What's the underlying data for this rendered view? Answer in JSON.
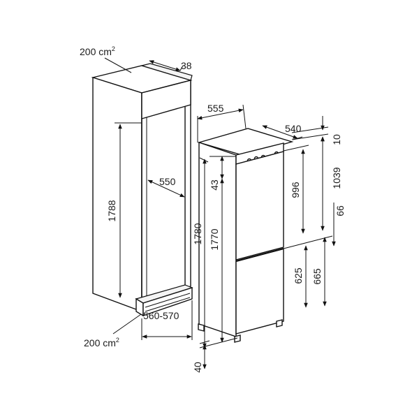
{
  "labels": {
    "vent_area_top": "200 cm",
    "vent_area_bottom": "200 cm",
    "area_unit_sup": "2",
    "niche_depth_vent": "38",
    "niche_height": "1788",
    "niche_depth": "550",
    "niche_width": "560-570",
    "appliance_width": "555",
    "appliance_depth": "540",
    "top_gap": "10",
    "hinge_offset": "43",
    "appliance_height_total": "1780",
    "appliance_height": "1770",
    "upper_door_height": "996",
    "upper_door_mount": "1039",
    "door_gap": "66",
    "lower_door_height": "625",
    "lower_door_mount": "665",
    "base_offset": "40"
  }
}
